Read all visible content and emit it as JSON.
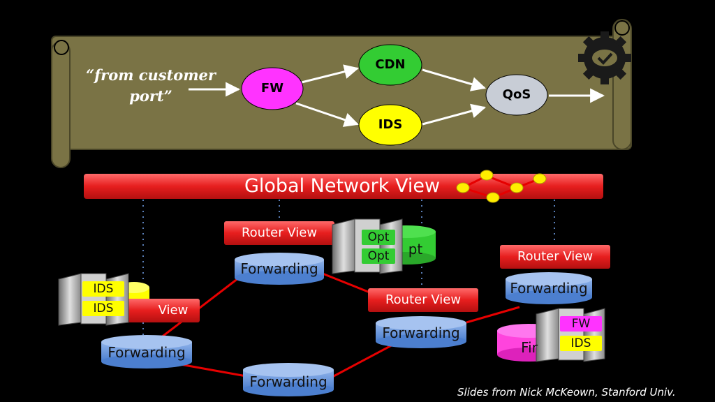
{
  "policy": {
    "source_text": "“from customer port”",
    "nodes": {
      "fw": "FW",
      "cdn": "CDN",
      "ids": "IDS",
      "qos": "QoS"
    }
  },
  "global_view": {
    "label": "Global Network View"
  },
  "routers": {
    "router_view_label": "Router View",
    "forwarding_label": "Forwarding",
    "partial_view_label": "View",
    "opt_label": "Opt",
    "partial_opt_label": "pt",
    "partial_fire_label": "Fir"
  },
  "middleboxes": {
    "opt_tags": [
      "Opt",
      "Opt"
    ],
    "ids_tags": [
      "IDS",
      "IDS"
    ],
    "fw_ids_tags": [
      "FW",
      "IDS"
    ]
  },
  "credit": "Slides from Nick McKeown, Stanford Univ.",
  "colors": {
    "scroll": "#7a7345",
    "fw": "#ff33ff",
    "cdn": "#33cc33",
    "ids": "#ffff00",
    "qos": "#c8cdd6",
    "red_bar": "#e61e1e",
    "forwarding": "#5b8fd6",
    "link": "#e60000"
  }
}
